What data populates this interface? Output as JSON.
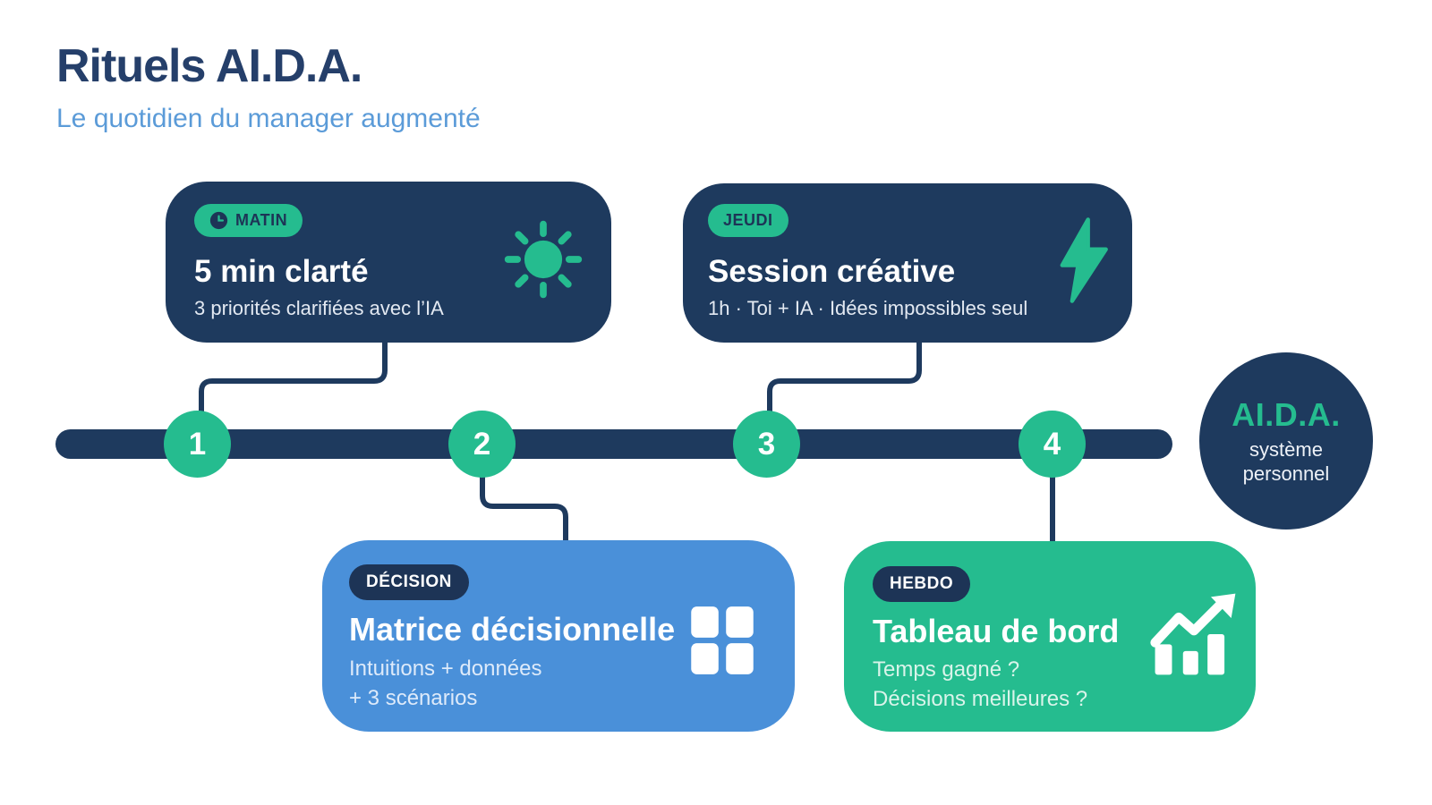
{
  "colors": {
    "navy": "#1e3a5e",
    "badge-navy": "#1d3456",
    "green": "#25bc8f",
    "blue": "#4a90d9",
    "title": "#253f6a",
    "subtitle-blue": "#5b9bd8"
  },
  "header": {
    "title": "Rituels AI.D.A.",
    "subtitle": "Le quotidien du manager augmenté"
  },
  "timeline": {
    "steps": [
      {
        "number": "1"
      },
      {
        "number": "2"
      },
      {
        "number": "3"
      },
      {
        "number": "4"
      }
    ]
  },
  "cards": [
    {
      "badge": "MATIN",
      "badge_icon": "clock",
      "title": "5 min clarté",
      "subtitle": "3 priorités clarifiées avec l’IA",
      "icon": "sun"
    },
    {
      "badge": "JEUDI",
      "title": "Session créative",
      "subtitle": "1h · Toi + IA · Idées impossibles seul",
      "icon": "lightning"
    },
    {
      "badge": "DÉCISION",
      "title": "Matrice décisionnelle",
      "subtitle_lines": [
        "Intuitions + données",
        "+ 3 scénarios"
      ],
      "icon": "grid"
    },
    {
      "badge": "HEBDO",
      "title": "Tableau de bord",
      "subtitle_lines": [
        "Temps gagné ?",
        "Décisions meilleures ?"
      ],
      "icon": "chart"
    }
  ],
  "system_badge": {
    "title": "AI.D.A.",
    "subtitle_lines": [
      "système",
      "personnel"
    ]
  }
}
